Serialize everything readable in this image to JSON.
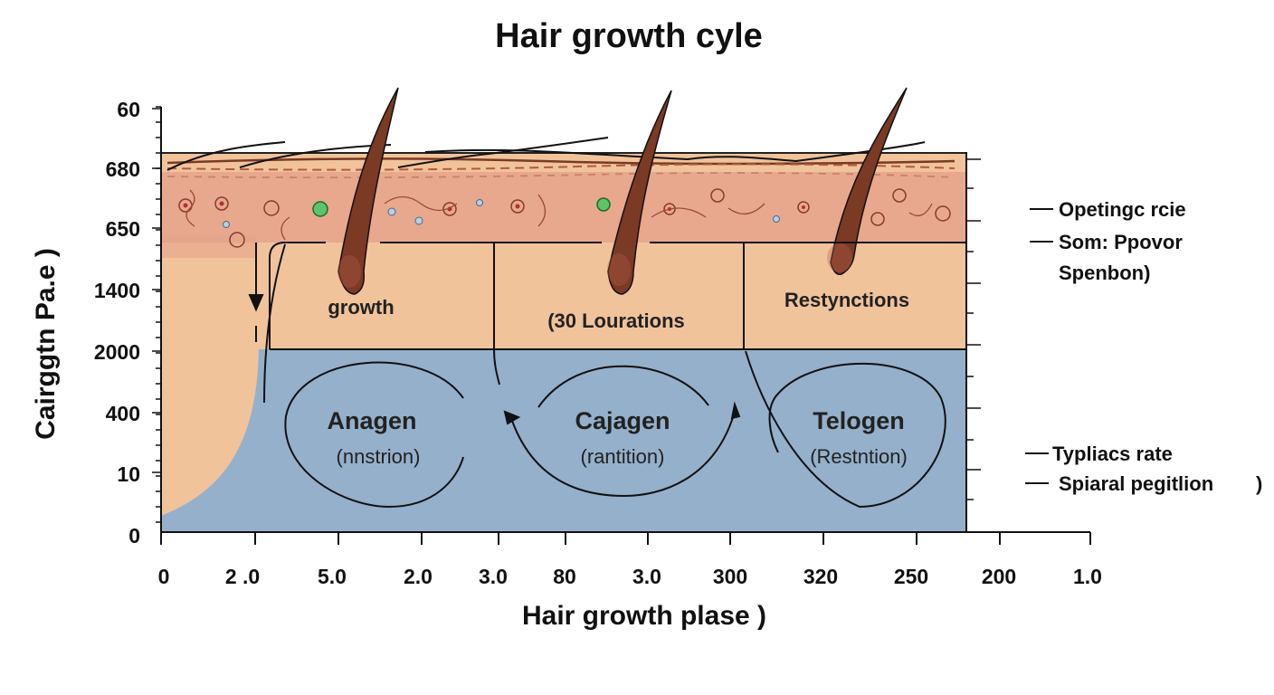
{
  "title": "Hair growth cyle",
  "y_axis": {
    "label": "Cairggtn Pa.e )",
    "ticks": [
      "60",
      "680",
      "650",
      "1400",
      "2000",
      "400",
      "10",
      "0"
    ]
  },
  "x_axis": {
    "label": "Hair growth plase )",
    "ticks": [
      "0",
      "2 .0",
      "5.0",
      "2.0",
      "3.0",
      "80",
      "3.0",
      "300",
      "320",
      "250",
      "200",
      "1.0"
    ]
  },
  "regions": {
    "growth": "growth",
    "locations": "(30 Lourations",
    "resting": "Restynctions"
  },
  "phases": [
    {
      "name": "Anagen",
      "sub": "(nnstrion)"
    },
    {
      "name": "Cajagen",
      "sub": "(rantition)"
    },
    {
      "name": "Telogen",
      "sub": "(Restntion)"
    }
  ],
  "legend_top": [
    "Opetingc rcie",
    "Som:  Ppovor",
    "Spenbon)"
  ],
  "legend_bottom": [
    "Typliacs rate",
    "Spiaral  pegitlion",
    ")"
  ],
  "colors": {
    "skin": "#f1c39b",
    "dermis": "#e5a38c",
    "fluid": "#94b0cb",
    "hair": "#7a3a24",
    "outline": "#111111"
  }
}
